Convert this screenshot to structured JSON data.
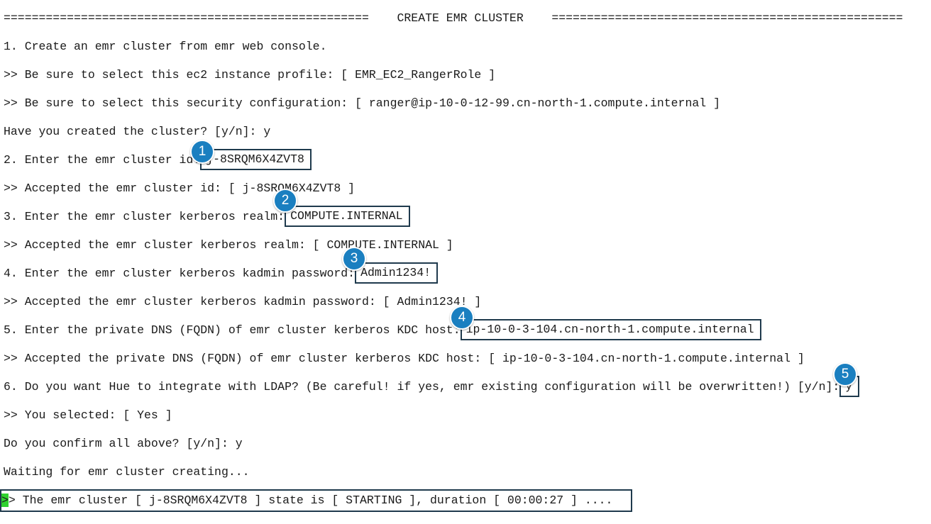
{
  "terminal": {
    "header": {
      "left_rule": "====================================================",
      "title": "CREATE EMR CLUSTER",
      "right_rule": "=================================================="
    },
    "lines": {
      "step1": "1. Create an emr cluster from emr web console.",
      "note_profile": ">> Be sure to select this ec2 instance profile: [ EMR_EC2_RangerRole ]",
      "note_security": ">> Be sure to select this security configuration: [ ranger@ip-10-0-12-99.cn-north-1.compute.internal ]",
      "ask_created": "Have you created the cluster? [y/n]: y",
      "step2_prompt": "2. Enter the emr cluster id:",
      "step2_value": "j-8SRQM6X4ZVT8",
      "step2_accepted": ">> Accepted the emr cluster id: [ j-8SRQM6X4ZVT8 ]",
      "step3_prompt": "3. Enter the emr cluster kerberos realm:",
      "step3_value": "COMPUTE.INTERNAL",
      "step3_accepted": ">> Accepted the emr cluster kerberos realm: [ COMPUTE.INTERNAL ]",
      "step4_prompt": "4. Enter the emr cluster kerberos kadmin password:",
      "step4_value": "Admin1234!",
      "step4_accepted": ">> Accepted the emr cluster kerberos kadmin password: [ Admin1234! ]",
      "step5_prompt": "5. Enter the private DNS (FQDN) of emr cluster kerberos KDC host:",
      "step5_value": "ip-10-0-3-104.cn-north-1.compute.internal",
      "step5_accepted": ">> Accepted the private DNS (FQDN) of emr cluster kerberos KDC host: [ ip-10-0-3-104.cn-north-1.compute.internal ]",
      "step6_prompt": "6. Do you want Hue to integrate with LDAP? (Be careful! if yes, emr existing configuration will be overwritten!) [y/n]:",
      "step6_value": "y",
      "step6_selected": ">> You selected: [ Yes ]",
      "confirm_all": "Do you confirm all above? [y/n]: y",
      "waiting": "Waiting for emr cluster creating...",
      "status_cursor": ">",
      "status_text": "> The emr cluster [ j-8SRQM6X4ZVT8 ] state is [ STARTING ], duration [ 00:00:27 ] ...."
    }
  },
  "markers": [
    "1",
    "2",
    "3",
    "4",
    "5"
  ],
  "colors": {
    "marker_fill": "#1a7fc0",
    "box_border": "#1f3a4d",
    "cursor": "#2ed12e",
    "text": "#1a1a1a",
    "background": "#ffffff"
  }
}
